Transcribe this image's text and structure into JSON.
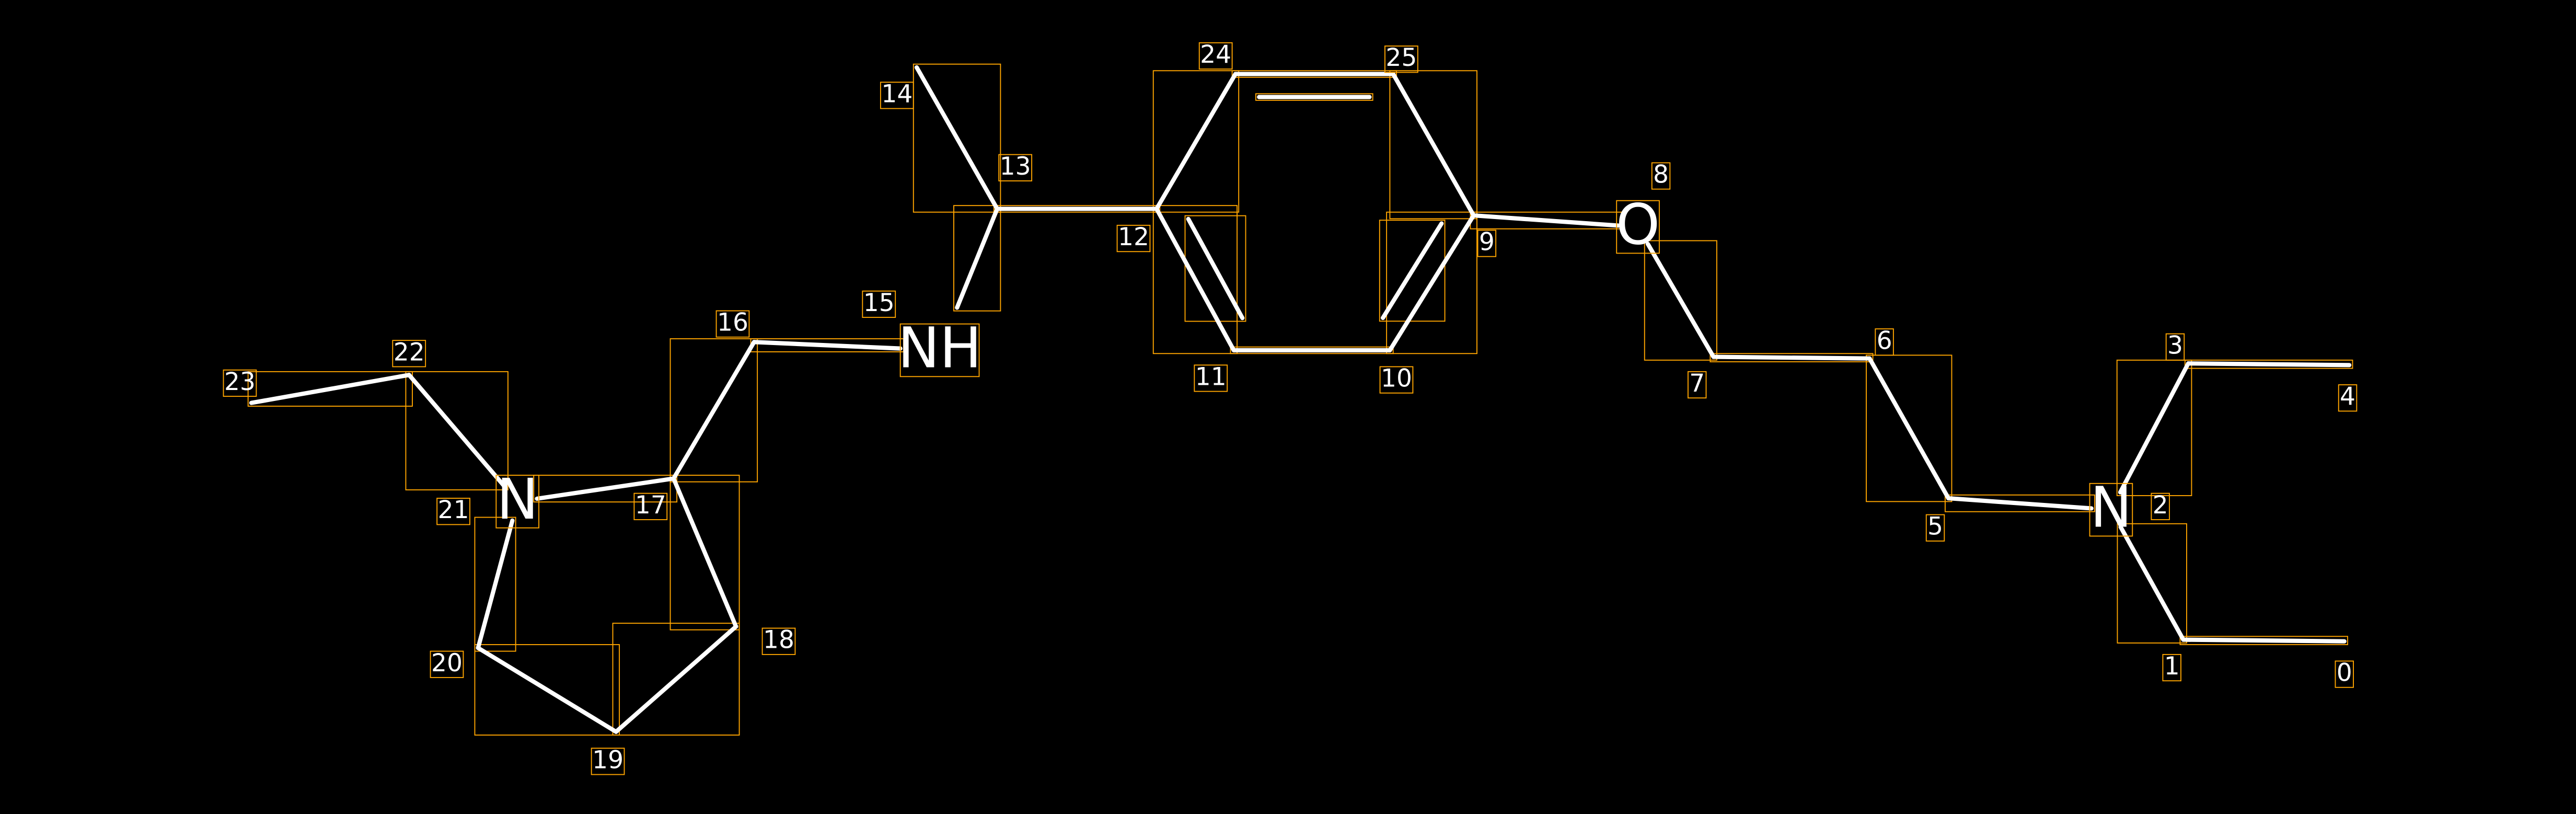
{
  "colors": {
    "background": "#000000",
    "bond": "#FFFFFF",
    "box": "#FFA500",
    "text": "#FFFFFF"
  },
  "atoms": [
    {
      "index": "0",
      "element": ""
    },
    {
      "index": "1",
      "element": ""
    },
    {
      "index": "2",
      "element": "N"
    },
    {
      "index": "3",
      "element": ""
    },
    {
      "index": "4",
      "element": ""
    },
    {
      "index": "5",
      "element": ""
    },
    {
      "index": "6",
      "element": ""
    },
    {
      "index": "7",
      "element": ""
    },
    {
      "index": "8",
      "element": "O"
    },
    {
      "index": "9",
      "element": ""
    },
    {
      "index": "10",
      "element": ""
    },
    {
      "index": "11",
      "element": ""
    },
    {
      "index": "12",
      "element": ""
    },
    {
      "index": "13",
      "element": ""
    },
    {
      "index": "14",
      "element": ""
    },
    {
      "index": "15",
      "element": "NH"
    },
    {
      "index": "16",
      "element": ""
    },
    {
      "index": "17",
      "element": ""
    },
    {
      "index": "18",
      "element": ""
    },
    {
      "index": "19",
      "element": ""
    },
    {
      "index": "20",
      "element": ""
    },
    {
      "index": "21",
      "element": "N"
    },
    {
      "index": "22",
      "element": ""
    },
    {
      "index": "23",
      "element": ""
    },
    {
      "index": "24",
      "element": ""
    },
    {
      "index": "25",
      "element": ""
    }
  ],
  "bonds": [
    [
      0,
      1,
      1
    ],
    [
      1,
      2,
      1
    ],
    [
      2,
      3,
      1
    ],
    [
      3,
      4,
      1
    ],
    [
      2,
      5,
      1
    ],
    [
      5,
      6,
      1
    ],
    [
      6,
      7,
      1
    ],
    [
      7,
      8,
      1
    ],
    [
      8,
      9,
      1
    ],
    [
      9,
      10,
      2
    ],
    [
      10,
      11,
      1
    ],
    [
      11,
      12,
      2
    ],
    [
      12,
      13,
      1
    ],
    [
      13,
      14,
      1
    ],
    [
      13,
      15,
      1
    ],
    [
      15,
      16,
      1
    ],
    [
      16,
      17,
      1
    ],
    [
      17,
      18,
      1
    ],
    [
      18,
      19,
      1
    ],
    [
      19,
      20,
      1
    ],
    [
      20,
      21,
      1
    ],
    [
      21,
      17,
      1
    ],
    [
      21,
      22,
      1
    ],
    [
      22,
      23,
      1
    ],
    [
      12,
      24,
      1
    ],
    [
      24,
      25,
      2
    ],
    [
      25,
      9,
      1
    ]
  ]
}
